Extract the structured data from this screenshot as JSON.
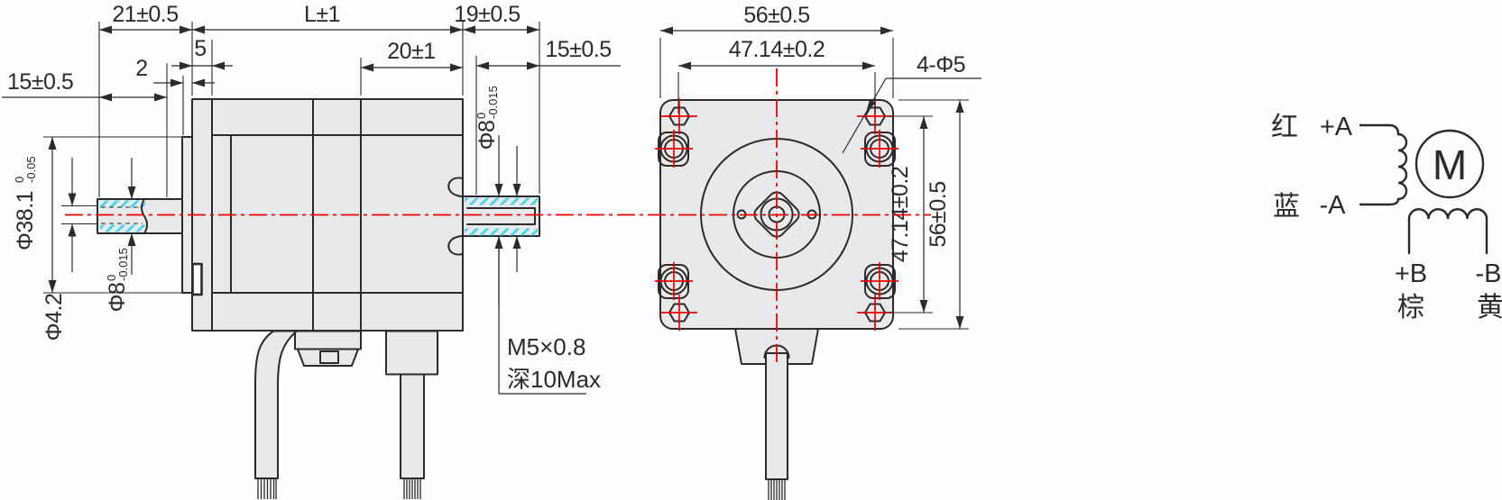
{
  "drawing": {
    "title": "stepper-motor outline drawing",
    "colors": {
      "line": "#2c2a2a",
      "body_fill": "#e8e9ea",
      "centerline_red": "#ec0000",
      "hatch_cyan": "#35d6e8"
    },
    "side_view": {
      "dims": {
        "rear_shaft_len": "21±0.5",
        "body_len": "L±1",
        "front_shaft_len": "19±0.5",
        "rear_flat_len": "15±0.5",
        "boss_step": "2",
        "flange_thk": "5",
        "rear_section_len": "20±1",
        "front_shaft_usable_len": "15±0.5",
        "pilot_dia": {
          "value": "Φ38.1",
          "tol_upper": "0",
          "tol_lower": "-0.05"
        },
        "hole_dia": "Φ4.2",
        "shaft_dia": {
          "value": "Φ8",
          "tol_upper": "0",
          "tol_lower": "-0.015"
        },
        "tapped_hole": {
          "line1": "M5×0.8",
          "line2": "深10Max"
        }
      }
    },
    "front_view": {
      "dims": {
        "width": "56±0.5",
        "hole_pitch_h": "47.14±0.2",
        "mount_holes": "4-Φ5",
        "hole_pitch_v": "47.14±0.2",
        "height": "56±0.5"
      }
    },
    "wiring": {
      "motor_symbol": "M",
      "leads": [
        {
          "color": "红",
          "terminal": "+A"
        },
        {
          "color": "蓝",
          "terminal": "-A"
        },
        {
          "color": "棕",
          "terminal": "+B"
        },
        {
          "color": "黄",
          "terminal": "-B"
        }
      ]
    }
  }
}
